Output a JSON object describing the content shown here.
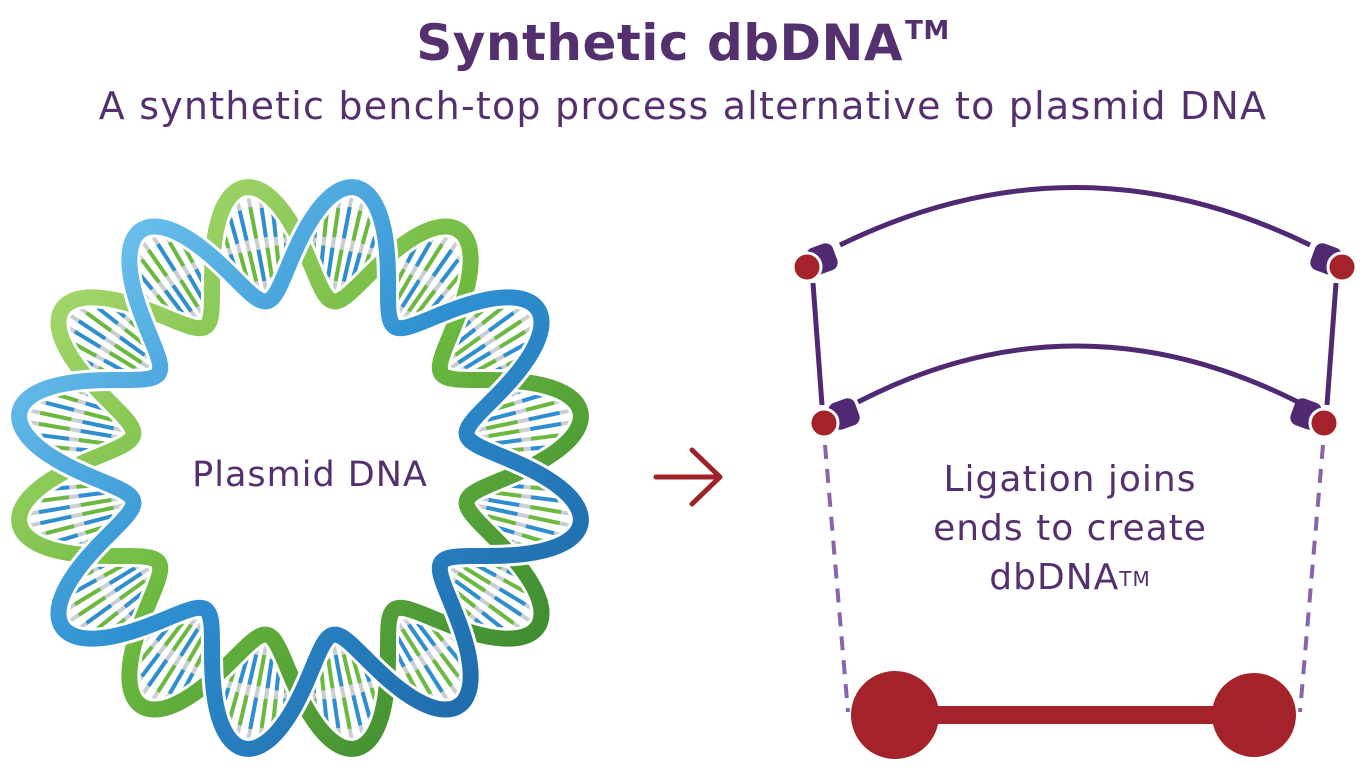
{
  "title": "Synthetic dbDNA",
  "title_tm": "TM",
  "subtitle": "A synthetic bench-top process alternative to plasmid DNA",
  "plasmid": {
    "label": "Plasmid DNA"
  },
  "ligation": {
    "line1": "Ligation joins",
    "line2": "ends to create",
    "line3": "dbDNA",
    "line3_tm": "TM"
  },
  "colors": {
    "purple": "#4f2a72",
    "text_purple": "#55306f",
    "red": "#a4222a",
    "arrow_red": "#9e2228",
    "dashed": "#8a63ad",
    "helix_blue": "#2e8fd0",
    "helix_green": "#6cb93f",
    "base_grey": "#c9ced3"
  },
  "icons": {
    "arrow": "right-arrow-icon",
    "helix": "dna-helix-ring",
    "endcap": "hairpin-end-icon"
  }
}
